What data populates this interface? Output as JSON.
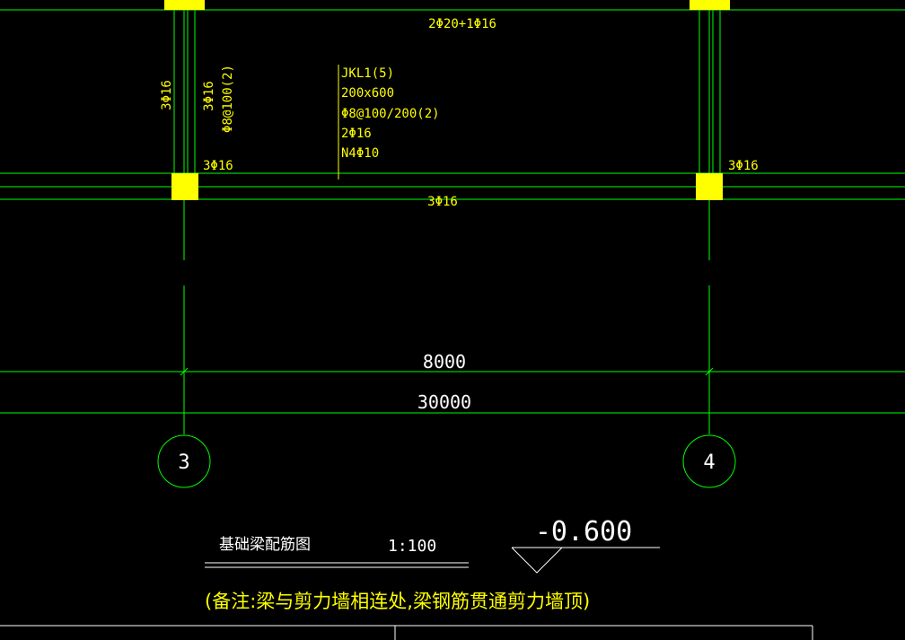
{
  "drawing": {
    "beam_top_rebar": "2Φ20+1Φ16",
    "beam_bottom_rebar": "3Φ16",
    "beam_label": {
      "name": "JKL1(5)",
      "section": "200x600",
      "stirrup": "Φ8@100/200(2)",
      "top_through": "2Φ16",
      "side_bars": "N4Φ10"
    },
    "left_column_bars": "3Φ16",
    "left_support_top": "3Φ16",
    "left_support_stirrup": "Φ8@100(2)",
    "left_node_bars": "3Φ16",
    "right_node_bars": "3Φ16",
    "dim_bay": "8000",
    "dim_total": "30000",
    "axis_left": "3",
    "axis_right": "4",
    "drawing_title": "基础梁配筋图",
    "scale": "1:100",
    "level": "-0.600",
    "note": "(备注:梁与剪力墙相连处,梁钢筋贯通剪力墙顶)"
  },
  "colors": {
    "background": "#000000",
    "grid_line": "#00ff00",
    "beam_line": "#00ff00",
    "text_annotation": "#ffff00",
    "text_dimension": "#ffffff",
    "column_fill": "#ffff00"
  }
}
